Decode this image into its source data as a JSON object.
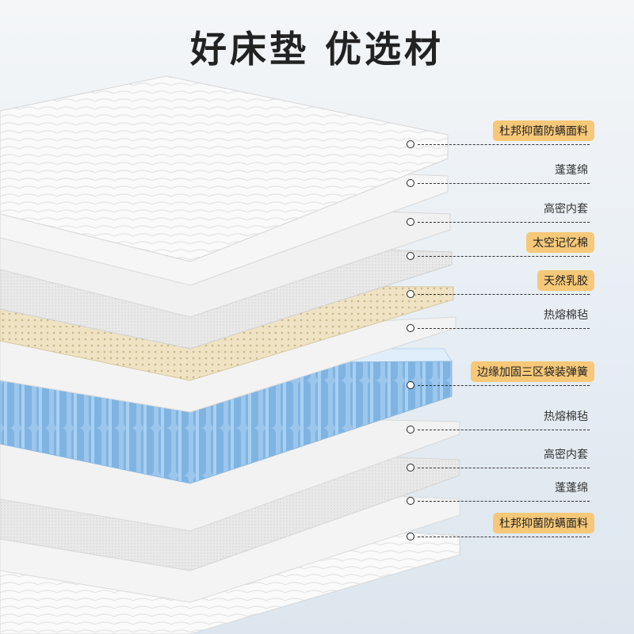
{
  "title": "好床垫 优选材",
  "layers": [
    {
      "label": "杜邦抑菌防螨面料",
      "highlight": true
    },
    {
      "label": "蓬蓬绵",
      "highlight": false
    },
    {
      "label": "高密内套",
      "highlight": false
    },
    {
      "label": "太空记忆棉",
      "highlight": true
    },
    {
      "label": "天然乳胶",
      "highlight": true
    },
    {
      "label": "热熔棉毡",
      "highlight": false
    },
    {
      "label": "边缘加固三区袋装弹簧",
      "highlight": true
    },
    {
      "label": "热熔棉毡",
      "highlight": false
    },
    {
      "label": "高密内套",
      "highlight": false
    },
    {
      "label": "蓬蓬绵",
      "highlight": false
    },
    {
      "label": "杜邦抑菌防螨面料",
      "highlight": true
    }
  ],
  "colors": {
    "highlight": "#f6c878",
    "spring": "#7fb4e2",
    "latex": "#efe3c4"
  }
}
